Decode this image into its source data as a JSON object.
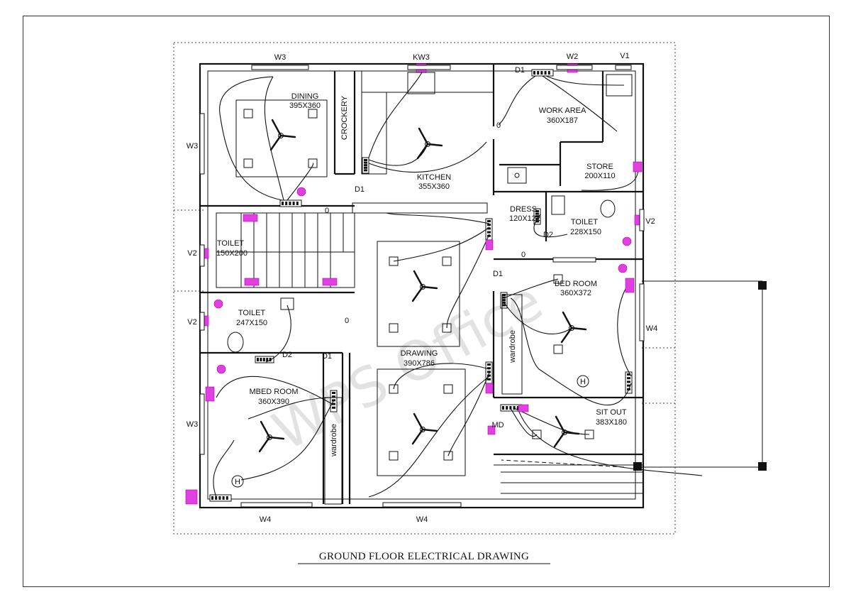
{
  "title": "GROUND FLOOR ELECTRICAL DRAWING",
  "watermark": "WPS Office",
  "rooms": [
    {
      "name": "DINING",
      "size": "395X360"
    },
    {
      "name": "CROCKERY",
      "size": ""
    },
    {
      "name": "KITCHEN",
      "size": "355X360"
    },
    {
      "name": "WORK AREA",
      "size": "360X187"
    },
    {
      "name": "STORE",
      "size": "200X110"
    },
    {
      "name": "DRESS",
      "size": "120X122"
    },
    {
      "name": "TOILET",
      "size": "228X150"
    },
    {
      "name": "TOILET",
      "size": "150X200"
    },
    {
      "name": "TOILET",
      "size": "247X150"
    },
    {
      "name": "BED ROOM",
      "size": "360X372"
    },
    {
      "name": "DRAWING",
      "size": "390X786"
    },
    {
      "name": "MBED ROOM",
      "size": "360X390"
    },
    {
      "name": "SIT OUT",
      "size": "383X180"
    }
  ],
  "openings": {
    "w3_top": "W3",
    "kw3": "KW3",
    "w2": "W2",
    "v1": "V1",
    "w3_left": "W3",
    "w3_mbed": "W3",
    "v2_toilet1": "V2",
    "v2_toilet2": "V2",
    "v2_right": "V2",
    "w4_right": "W4",
    "w4_bottom_left": "W4",
    "w4_bottom_mid": "W4",
    "d1_work": "D1",
    "d1_kitchen": "D1",
    "d1_bed": "D1",
    "d1_mbed": "D1",
    "d2_dress": "D2",
    "d2_toilet": "D2",
    "md": "MD"
  },
  "misc": {
    "wardrobe_left": "wardrobe",
    "wardrobe_right": "wardrobe",
    "heater_1": "H",
    "heater_2": "H",
    "zero_1": "0",
    "zero_2": "0",
    "zero_3": "0",
    "zero_4": "0"
  },
  "colors": {
    "accent": "#e040e0",
    "line": "#111111"
  }
}
